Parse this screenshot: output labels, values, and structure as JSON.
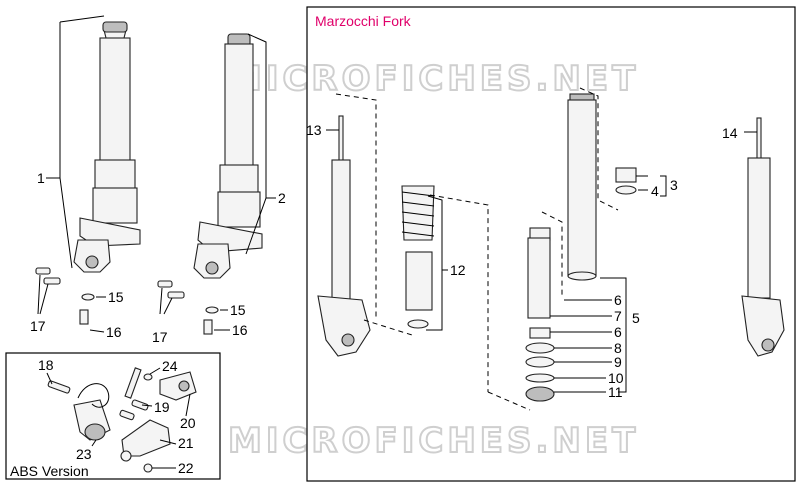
{
  "title": "Marzocchi Fork",
  "abs_label": "ABS Version",
  "watermark": "MICROFICHES.NET",
  "colors": {
    "title": "#e0006a",
    "line": "#000000"
  },
  "callouts": {
    "c1": "1",
    "c2": "2",
    "c3": "3",
    "c4": "4",
    "c5": "5",
    "c6a": "6",
    "c6b": "6",
    "c7": "7",
    "c8": "8",
    "c9": "9",
    "c10": "10",
    "c11": "11",
    "c12": "12",
    "c13": "13",
    "c14": "14",
    "c15a": "15",
    "c15b": "15",
    "c16a": "16",
    "c16b": "16",
    "c17a": "17",
    "c17b": "17",
    "c18": "18",
    "c19": "19",
    "c20": "20",
    "c21": "21",
    "c22": "22",
    "c23": "23",
    "c24": "24"
  }
}
